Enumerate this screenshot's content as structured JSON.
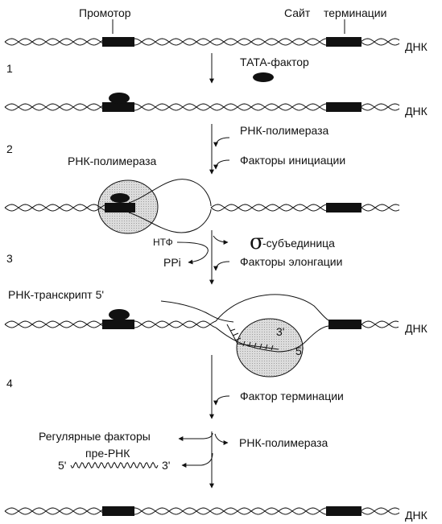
{
  "labels": {
    "promoter": "Промотор",
    "termination_site_1": "Сайт",
    "termination_site_2": "терминации",
    "dna": "ДНК",
    "tata_factor": "ТАТА-фактор",
    "rna_polymerase": "РНК-полимераза",
    "initiation_factors": "Факторы инициации",
    "ntp": "НТФ",
    "ppi": "PPi",
    "sigma_symbol": "σ",
    "sigma_subunit": "-субъединица",
    "elongation_factors": "Факторы элонгации",
    "rna_transcript": "РНК-транскрипт 5'",
    "three_prime": "3'",
    "five_prime": "5'",
    "termination_factor": "Фактор терминации",
    "regulatory_factors": "Регулярные факторы",
    "pre_rna": "пре-РНК"
  },
  "steps": [
    "1",
    "2",
    "3",
    "4"
  ],
  "colors": {
    "ink": "#111111",
    "polymerase_fill": "#d9d9d9"
  }
}
